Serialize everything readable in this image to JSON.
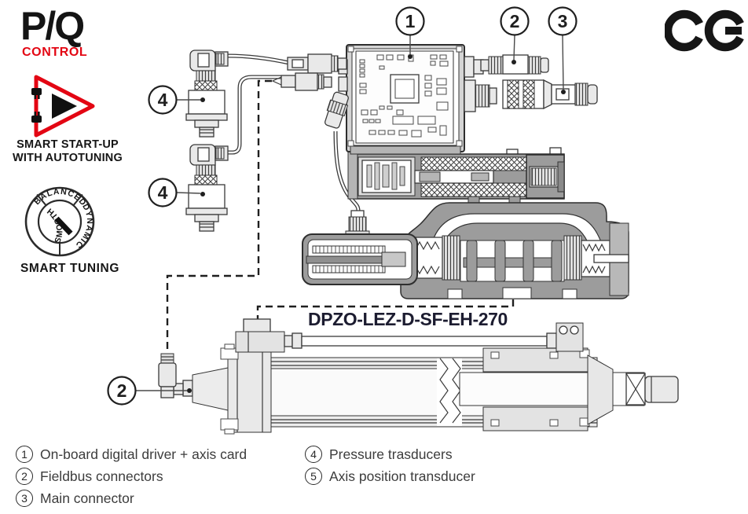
{
  "branding": {
    "pq": {
      "title": "P/Q",
      "subtitle": "CONTROL"
    },
    "startup": {
      "line1": "SMART START-UP",
      "line2": "WITH AUTOTUNING"
    },
    "tuning": {
      "label": "SMART TUNING",
      "segments": {
        "top": "BALANCED",
        "right": "DYNAMIC",
        "left": "SMOOTH"
      }
    },
    "ce": "CE"
  },
  "diagram": {
    "model_label": "DPZO-LEZ-D-SF-EH-270",
    "callouts": [
      {
        "num": "1"
      },
      {
        "num": "2"
      },
      {
        "num": "3"
      },
      {
        "num": "4"
      },
      {
        "num": "4"
      },
      {
        "num": "2"
      }
    ]
  },
  "legend": {
    "col1": [
      {
        "num": "1",
        "label": "On-board digital driver + axis card"
      },
      {
        "num": "2",
        "label": "Fieldbus connectors"
      },
      {
        "num": "3",
        "label": "Main connector"
      }
    ],
    "col2": [
      {
        "num": "4",
        "label": "Pressure trasducers"
      },
      {
        "num": "5",
        "label": "Axis position transducer"
      }
    ]
  },
  "colors": {
    "accent_red": "#e30613",
    "ink": "#1d1d1b",
    "model_label_ink": "#1c1c30",
    "valve_body_gray": "#9c9c9c",
    "light_metal_gray": "#e9e9e9"
  }
}
